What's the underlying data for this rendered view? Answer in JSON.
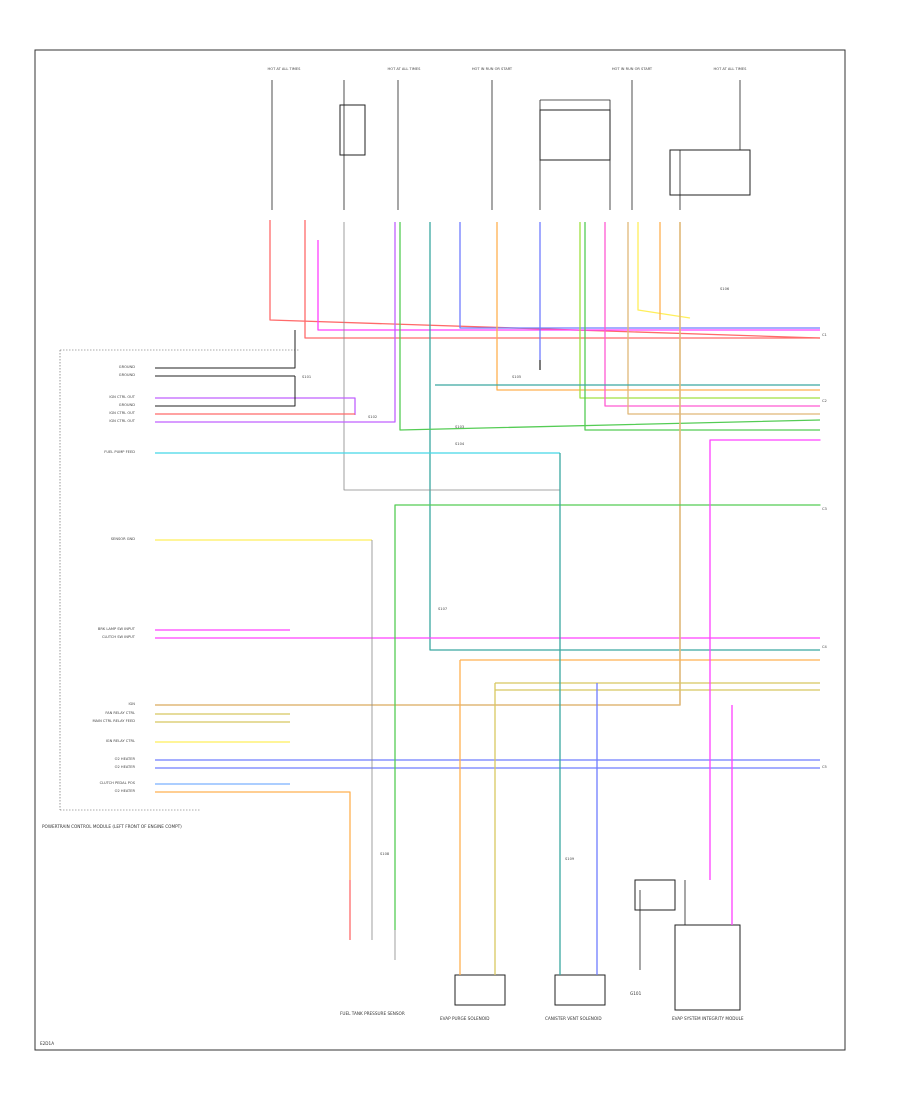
{
  "footer_code": "E2D1A",
  "colors": {
    "red": "#ff6a6a",
    "pink": "#ff5ad2",
    "magenta": "#ff40ff",
    "violet": "#c060ff",
    "blue": "#6f7dff",
    "lightblue": "#7ab0ff",
    "cyan": "#44d8e8",
    "teal": "#3aa8a0",
    "green": "#55cc55",
    "lime": "#a0e040",
    "yellow": "#ffef5a",
    "khaki": "#d8c860",
    "orange": "#ffb050",
    "tan": "#e0b878",
    "gray": "#888888",
    "black": "#222222"
  },
  "pcm": {
    "label": "POWERTRAIN CONTROL MODULE (LEFT FRONT OF ENGINE COMPT)",
    "pin_labels": [
      "GROUND",
      "GROUND",
      "IGN CTRL OUT",
      "GROUND",
      "IGN CTRL OUT",
      "IGN CTRL OUT",
      "FUEL PUMP FEED",
      "SENSOR GND",
      "BRK LAMP SW INPUT",
      "CLUTCH SW INPUT",
      "IGN",
      "FAN RELAY CTRL",
      "MAIN CTRL RELAY FEED",
      "IGN RELAY CTRL",
      "O2 HEATER",
      "O2 HEATER",
      "CLUTCH PEDAL POS",
      "O2 HEATER"
    ]
  },
  "fuses": [
    "HOT AT ALL TIMES",
    "HOT AT ALL TIMES",
    "HOT IN RUN OR START",
    "HOT IN RUN OR START",
    "HOT AT ALL TIMES"
  ],
  "components": [
    "FUEL TANK PRESSURE SENSOR",
    "EVAP PURGE SOLENOID",
    "CANISTER VENT SOLENOID",
    "G101",
    "EVAP SYSTEM INTEGRITY MODULE"
  ],
  "splices": [
    "S101",
    "S102",
    "S103",
    "S104",
    "S105",
    "S106",
    "S107",
    "S108",
    "S109"
  ],
  "connectors": [
    "C1",
    "C2",
    "C3",
    "C4",
    "C5"
  ]
}
